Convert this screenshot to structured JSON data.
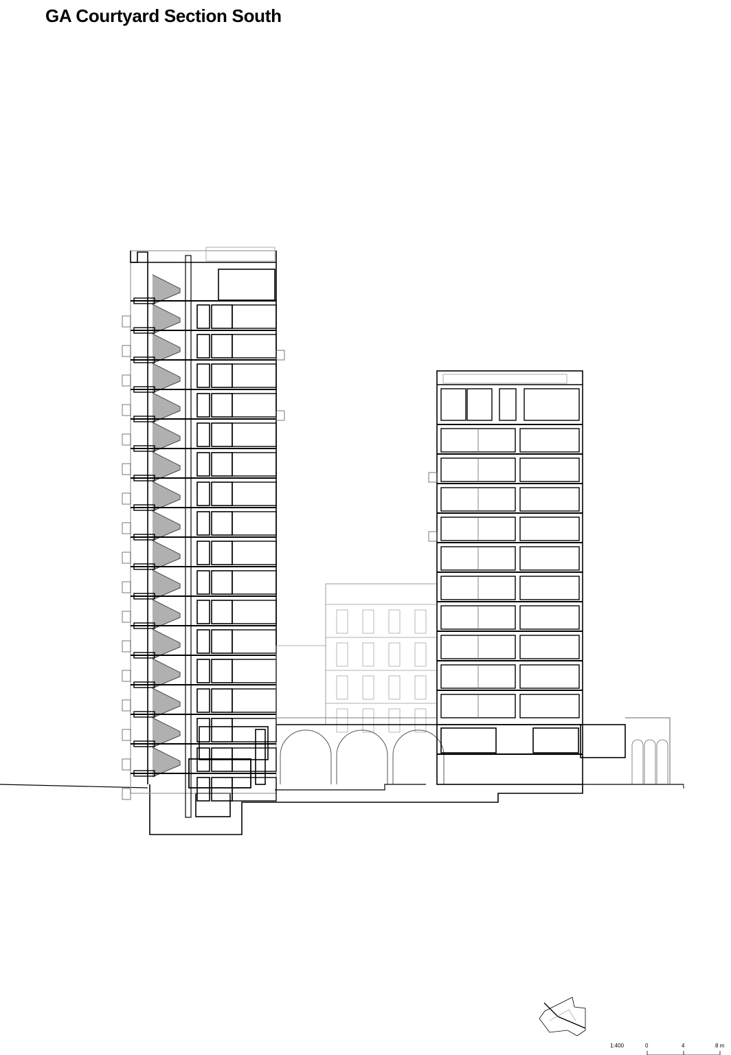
{
  "title": "GA Courtyard Section South",
  "scale": {
    "ratio": "1:400",
    "ticks": [
      "0",
      "4",
      "8 m"
    ]
  },
  "colors": {
    "line": "#000000",
    "light_line": "#999999",
    "stair_fill": "#b0b0b0"
  }
}
